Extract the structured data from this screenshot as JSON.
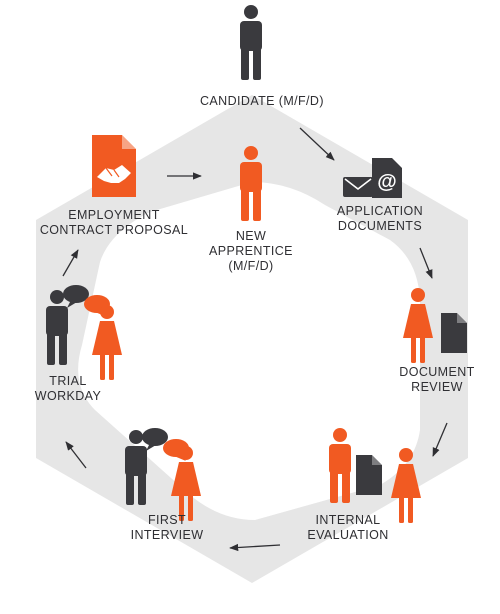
{
  "colors": {
    "accent": "#f15a22",
    "dark": "#3a3a3e",
    "track": "#e6e6e6",
    "document_icon": "#3a3a3e"
  },
  "steps": {
    "candidate": {
      "line1": "CANDIDATE (M/F/D)"
    },
    "application_documents": {
      "line1": "APPLICATION",
      "line2": "DOCUMENTS",
      "icons": [
        "envelope-icon",
        "email-document-icon"
      ]
    },
    "document_review": {
      "line1": "DOCUMENT",
      "line2": "REVIEW",
      "icons": [
        "woman-icon",
        "document-icon"
      ]
    },
    "internal_evaluation": {
      "line1": "INTERNAL",
      "line2": "EVALUATION",
      "icons": [
        "man-icon",
        "document-icon",
        "woman-icon"
      ]
    },
    "first_interview": {
      "line1": "FIRST",
      "line2": "INTERVIEW",
      "icons": [
        "man-icon",
        "woman-icon",
        "speech-bubble-icon"
      ]
    },
    "trial_workday": {
      "line1": "TRIAL",
      "line2": "WORKDAY",
      "icons": [
        "man-icon",
        "woman-icon",
        "speech-bubble-icon"
      ]
    },
    "employment_contract_proposal": {
      "line1": "EMPLOYMENT",
      "line2": "CONTRACT PROPOSAL",
      "icons": [
        "handshake-contract-icon"
      ]
    },
    "new_apprentice": {
      "line1": "NEW",
      "line2": "APPRENTICE",
      "line3": "(M/F/D)"
    }
  }
}
